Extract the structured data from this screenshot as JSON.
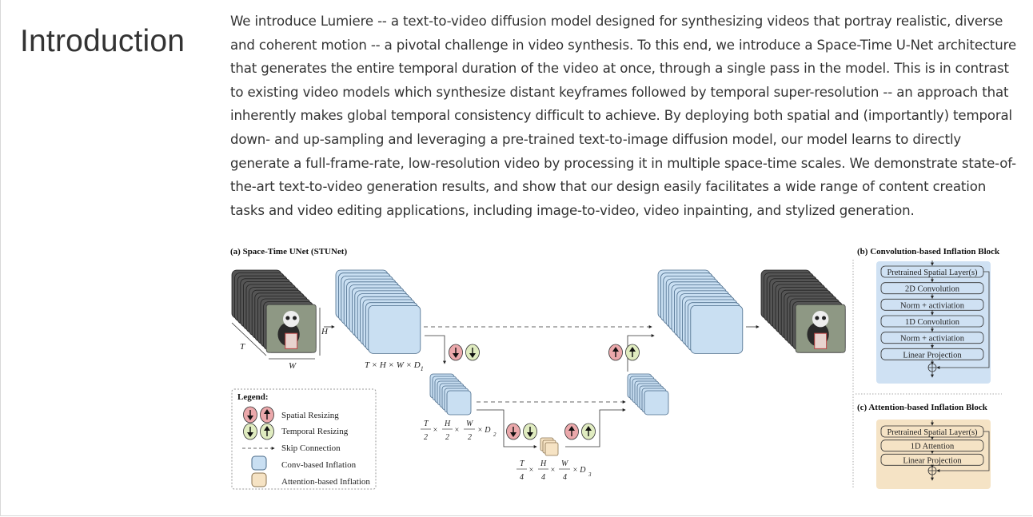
{
  "section": {
    "title": "Introduction",
    "paragraph": "We introduce Lumiere -- a text-to-video diffusion model designed for synthesizing videos that portray realistic, diverse and coherent motion -- a pivotal challenge in video synthesis. To this end, we introduce a Space-Time U-Net architecture that generates the entire temporal duration of the video at once, through a single pass in the model. This is in contrast to existing video models which synthesize distant keyframes followed by temporal super-resolution -- an approach that inherently makes global temporal consistency difficult to achieve. By deploying both spatial and (importantly) temporal down- and up-sampling and leveraging a pre-trained text-to-image diffusion model, our model learns to directly generate a full-frame-rate, low-resolution video by processing it in multiple space-time scales. We demonstrate state-of-the-art text-to-video generation results, and show that our design easily facilitates a wide range of content creation tasks and video editing applications, including image-to-video, video inpainting, and stylized generation."
  },
  "figure": {
    "panel_a": {
      "title": "(a) Space-Time UNet (STUNet)",
      "dim_T": "T",
      "dim_H": "H",
      "dim_W": "W",
      "level1": "T × H × W × D",
      "level1_sub": "1",
      "level2": {
        "t": "T",
        "h": "H",
        "w": "W",
        "den": "2",
        "x": "×",
        "d": "× D",
        "sub": "2"
      },
      "level3": {
        "t": "T",
        "h": "H",
        "w": "W",
        "den": "4",
        "x": "×",
        "d": "× D",
        "sub": "3"
      }
    },
    "legend": {
      "title": "Legend:",
      "items": [
        "Spatial Resizing",
        "Temporal Resizing",
        "Skip Connection",
        "Conv-based Inflation",
        "Attention-based Inflation"
      ]
    },
    "panel_b": {
      "title": "(b) Convolution-based Inflation Block",
      "layers": [
        "Pretrained Spatial Layer(s)",
        "2D Convolution",
        "Norm + activiation",
        "1D Convolution",
        "Norm + activiation",
        "Linear Projection"
      ],
      "sum": "⊕"
    },
    "panel_c": {
      "title": "(c) Attention-based Inflation Block",
      "layers": [
        "Pretrained Spatial Layer(s)",
        "1D Attention",
        "Linear Projection"
      ],
      "sum": "⊕"
    },
    "colors": {
      "conv": "#c9dff2",
      "attn": "#f6e3c4",
      "spatial": "#eba8ab",
      "temporal": "#e0ecc0",
      "panel_b_bg": "#cfe1f3",
      "panel_c_bg": "#f5e3c5"
    }
  }
}
